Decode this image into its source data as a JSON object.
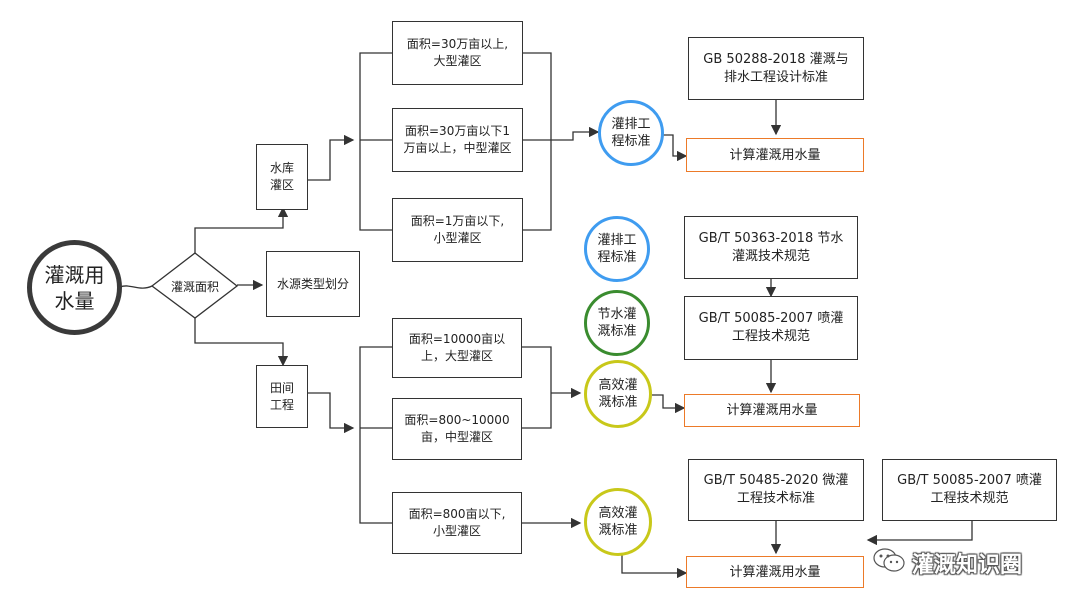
{
  "root": "灌溉用\n水量",
  "decision": "灌溉面积",
  "water_source": "水源类型划分",
  "reservoir": "水库\n灌区",
  "field": "田间\n工程",
  "reservoir_areas": {
    "large": "面积=30万亩以上,\n大型灌区",
    "medium": "面积=30万亩以下1\n万亩以上，中型灌区",
    "small": "面积=1万亩以下,\n小型灌区"
  },
  "field_areas": {
    "large": "面积=10000亩以\n上，大型灌区",
    "medium": "面积=800~10000\n亩，中型灌区",
    "small": "面积=800亩以下,\n小型灌区"
  },
  "circles": {
    "drainage_1": "灌排工\n程标准",
    "drainage_2": "灌排工\n程标准",
    "water_saving": "节水灌\n溉标准",
    "efficient_1": "高效灌\n溉标准",
    "efficient_2": "高效灌\n溉标准"
  },
  "standards": {
    "gb50288": "GB 50288-2018 灌溉与\n排水工程设计标准",
    "gbt50363": "GB/T 50363-2018 节水\n灌溉技术规范",
    "gbt50085_a": "GB/T 50085-2007 喷灌\n工程技术规范",
    "gbt50485": "GB/T 50485-2020  微灌\n工程技术标准",
    "gbt50085_b": "GB/T 50085-2007 喷灌\n工程技术规范"
  },
  "calc": {
    "c1": "计算灌溉用水量",
    "c2": "计算灌溉用水量",
    "c3": "计算灌溉用水量"
  },
  "colors": {
    "blue": "#3f9cf0",
    "green": "#3a8c2f",
    "yellow": "#c8c81a",
    "orange": "#ec7a29"
  },
  "watermark": "灌溉知识圈",
  "watermark_icon": "wechat-icon"
}
